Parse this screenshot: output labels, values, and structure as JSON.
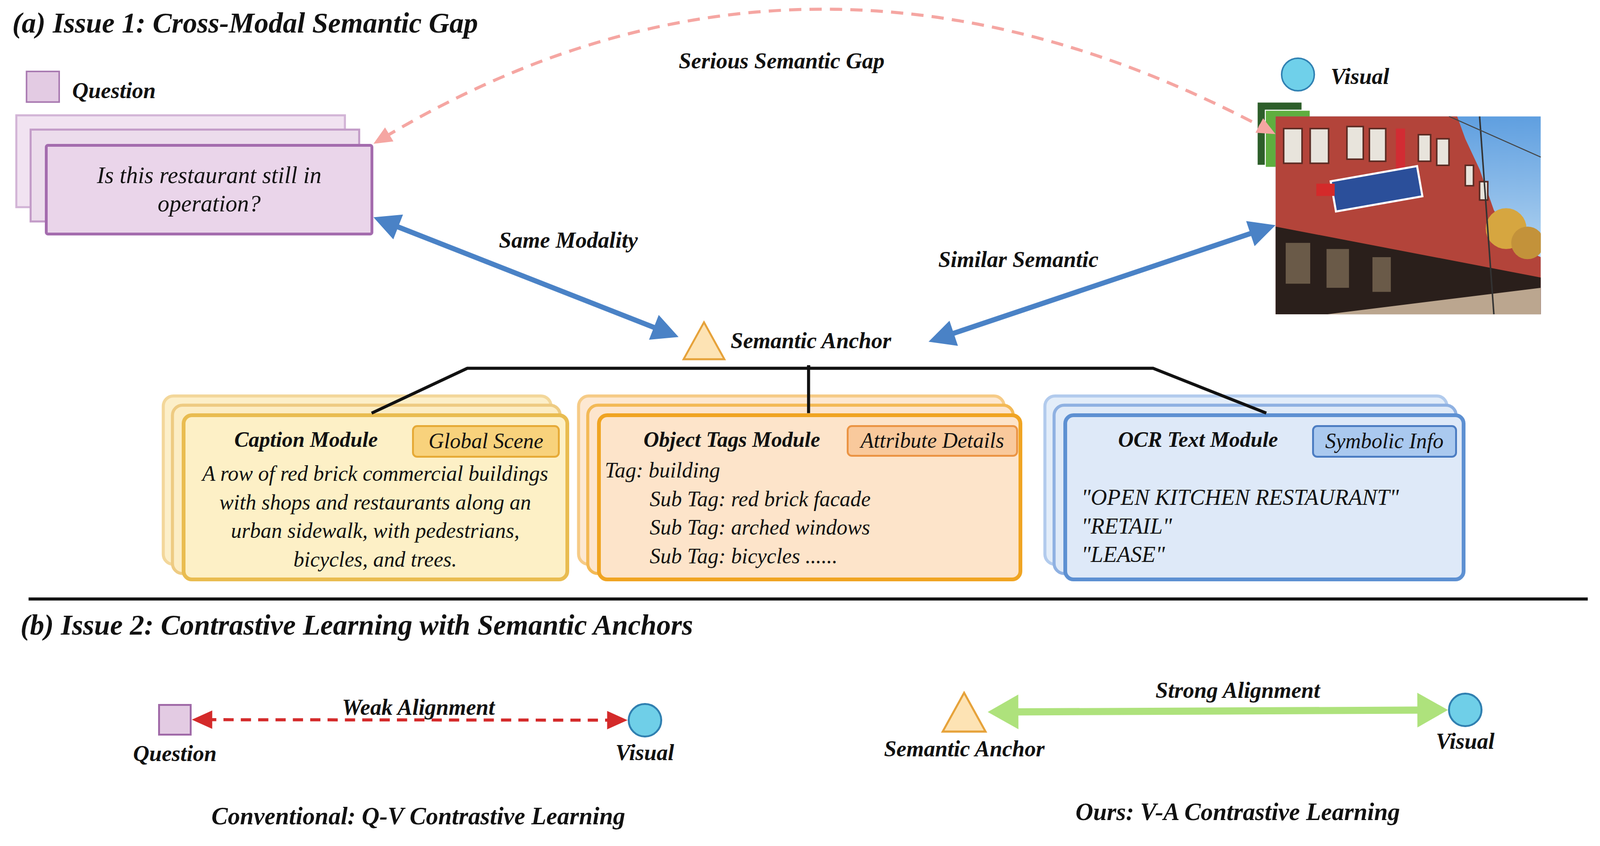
{
  "diagram": {
    "nodes": [
      {
        "text": [
          "Question",
          "Is this restaurant still in operation?"
        ]
      },
      {
        "text": [
          "Visual"
        ]
      },
      {
        "text": [
          "Semantic Anchor"
        ]
      },
      {
        "text": [
          "Caption Module",
          "A row of red brick commercial buildings with shops and restaurants along an urban sidewalk, with pedestrians, bicycles, and trees."
        ]
      },
      {
        "text": [
          "Global Scene"
        ],
        "in": 3
      },
      {
        "text": [
          "Object Tags Module",
          "Tag: building",
          "Sub Tag: red brick facade",
          "Sub Tag: arched windows",
          "Sub Tag: bicycles ......"
        ]
      },
      {
        "text": [
          "Attribute Details"
        ],
        "in": 5
      },
      {
        "text": [
          "OCR Text Module",
          "\"OPEN KITCHEN RESTAURANT\"",
          "\"RETAIL\"",
          "\"LEASE\""
        ]
      },
      {
        "text": [
          "Symbolic Info"
        ],
        "in": 7
      },
      {
        "text": [
          "Question"
        ]
      },
      {
        "text": [
          "Visual"
        ]
      },
      {
        "text": [
          "Semantic Anchor"
        ]
      },
      {
        "text": [
          "Visual"
        ]
      }
    ],
    "edges": [
      {
        "from": 0,
        "to": 1,
        "label": "Serious Semantic Gap",
        "arrow": "both"
      },
      {
        "from": 0,
        "to": 2,
        "label": "Same Modality",
        "arrow": "both"
      },
      {
        "from": 1,
        "to": 2,
        "label": "Similar Semantic",
        "arrow": "both"
      },
      {
        "from": 2,
        "to": 3,
        "arrow": "none"
      },
      {
        "from": 2,
        "to": 5,
        "arrow": "none"
      },
      {
        "from": 2,
        "to": 7,
        "arrow": "none"
      },
      {
        "from": 9,
        "to": 10,
        "label": "Weak Alignment",
        "arrow": "both"
      },
      {
        "from": 11,
        "to": 12,
        "label": "Strong Alignment",
        "arrow": "both"
      }
    ],
    "labels": [
      "(a) Issue 1: Cross-Modal Semantic Gap",
      "(b) Issue 2: Contrastive Learning with Semantic Anchors",
      "Conventional: Q-V Contrastive Learning",
      "Ours: V-A Contrastive Learning"
    ]
  }
}
